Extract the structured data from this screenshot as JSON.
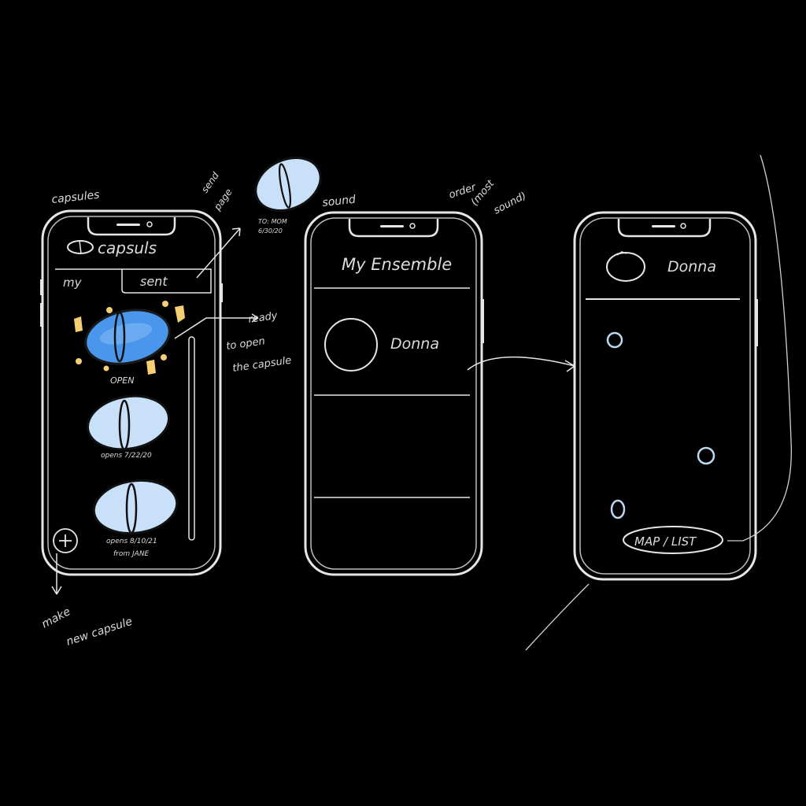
{
  "colors": {
    "background": "#000000",
    "stroke": "#e6e6e6",
    "capsule_fill": "#c9e1f8",
    "capsule_ready_fill": "#4a96ec",
    "capsule_ready_edge": "#2a6fc0",
    "sparkle": "#f5cf73",
    "pin": "#bcd8f0"
  },
  "annotations": {
    "capsules": "capsules",
    "send_page": [
      "send",
      "page"
    ],
    "ready_to_open": [
      "ready",
      "to open",
      "the capsule"
    ],
    "make_new_capsule": [
      "make",
      "new capsule"
    ],
    "sound": "sound",
    "order_most_sound": [
      "order",
      "(most",
      "sound)"
    ],
    "popup_to_from": [
      "TO: MOM",
      "6/30/20"
    ]
  },
  "phone1": {
    "logo": "capsuls",
    "tabs": {
      "mine": "my",
      "sent": "sent"
    },
    "capsules": [
      {
        "label": "OPEN",
        "state": "ready"
      },
      {
        "label": "opens 7/22/20",
        "state": "closed"
      },
      {
        "label": "opens 8/10/21",
        "sublabel": "from JANE",
        "state": "closed"
      }
    ],
    "add_icon": "add-icon"
  },
  "phone2": {
    "title": "My Ensemble",
    "contact_name": "Donna"
  },
  "phone3": {
    "contact_name": "Donna",
    "toggle_label": "MAP / LIST",
    "pin_count": 3
  }
}
